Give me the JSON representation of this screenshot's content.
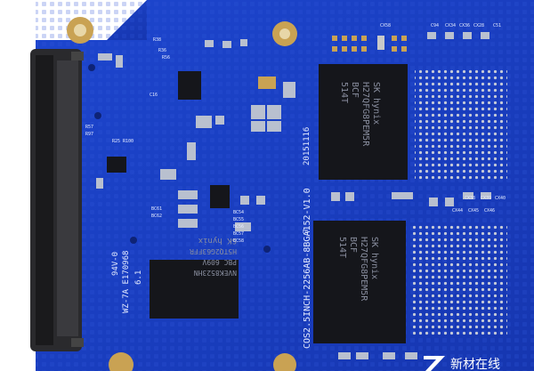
{
  "colors": {
    "board": "#1a3fc4",
    "board_dark": "#122f9a",
    "chip": "#15161b",
    "pad": "#b9c0cf",
    "gold": "#c9a253",
    "connector": "#2a2a2d",
    "silk": "#e6ecff"
  },
  "board_text": {
    "model": "COS2.5INCH-2256AB-8BGA152-V1.0",
    "date": "20151116",
    "rating": "94V-0",
    "rating_code": "WZ-7A E170968",
    "revision": "6.1",
    "refs": [
      "CX58",
      "C94",
      "CX34",
      "CX36",
      "CX28",
      "C51",
      "R38",
      "R36",
      "R56",
      "R57",
      "R97",
      "R25",
      "R100",
      "BC61",
      "BC62",
      "BC54",
      "BC55",
      "BC56",
      "BC57",
      "BC58",
      "CX44",
      "CX45",
      "CX46",
      "CX40",
      "CX39",
      "CX38",
      "FB",
      "C16"
    ]
  },
  "flash_chips": [
    {
      "brand": "SK hynix",
      "part": "H27QFG8PEM5R",
      "line3": "BCF",
      "line4": "514T"
    },
    {
      "brand": "SK hynix",
      "part": "H27QFG8PEM5R",
      "line3": "BCF",
      "line4": "514T"
    }
  ],
  "controller_chip": {
    "line1": "SK hynix",
    "line2": "H5TQ2G63FFR",
    "line3": "PBC  609V",
    "line4": "NVEK8523HN"
  },
  "watermark": {
    "icon": "z-logo-icon",
    "text": "新材在线"
  }
}
